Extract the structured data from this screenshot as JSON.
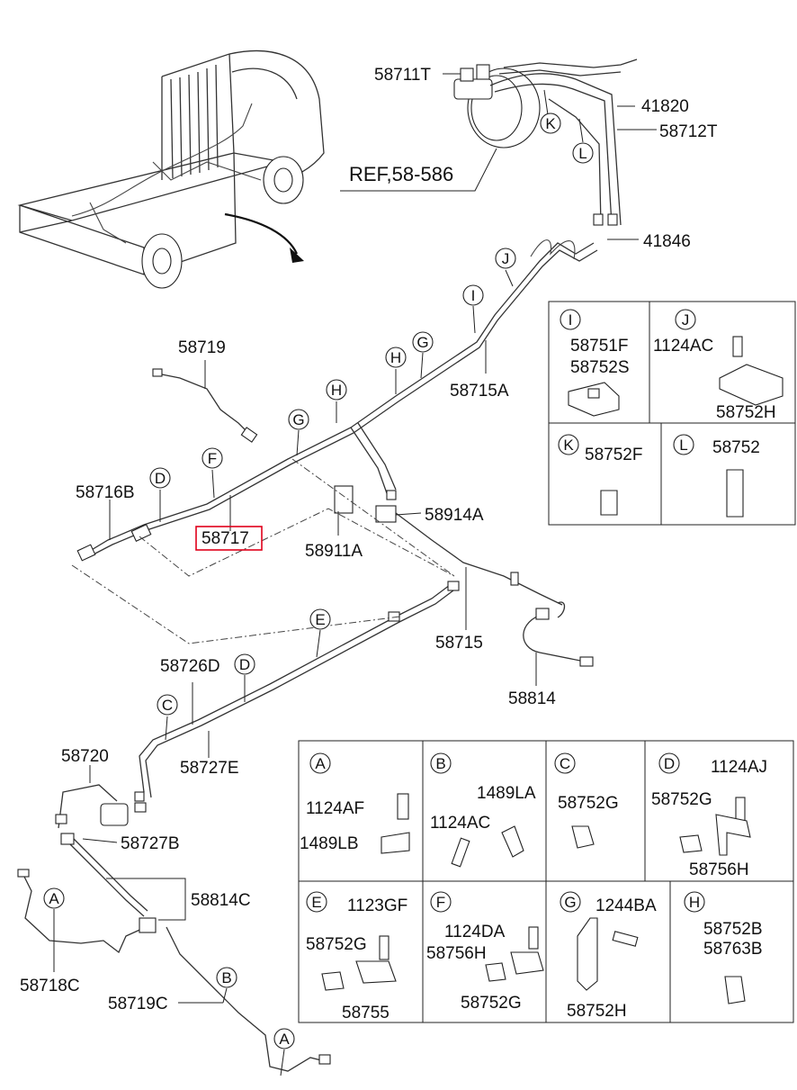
{
  "callouts": {
    "ref": "REF,58-586",
    "p58711T": "58711T",
    "p41820": "41820",
    "p58712T": "58712T",
    "p41846": "41846",
    "p58719": "58719",
    "p58715A": "58715A",
    "p58716B": "58716B",
    "p58717": "58717",
    "p58911A": "58911A",
    "p58914A": "58914A",
    "p58715": "58715",
    "p58814": "58814",
    "p58726D": "58726D",
    "p58727E": "58727E",
    "p58720": "58720",
    "p58727B": "58727B",
    "p58814C": "58814C",
    "p58718C": "58718C",
    "p58719C": "58719C"
  },
  "markers": {
    "K": "K",
    "L": "L",
    "J": "J",
    "I": "I",
    "H1": "H",
    "G1": "G",
    "H2": "H",
    "G2": "G",
    "F": "F",
    "D1": "D",
    "E": "E",
    "D2": "D",
    "C": "C",
    "A1": "A",
    "B": "B",
    "A2": "A"
  },
  "highlight_color": "#e0001a",
  "top_table": {
    "I": {
      "key": "I",
      "parts": [
        "58751F",
        "58752S"
      ]
    },
    "J": {
      "key": "J",
      "bolt": "1124AC",
      "part": "58752H"
    },
    "K": {
      "key": "K",
      "part": "58752F"
    },
    "L": {
      "key": "L",
      "part": "58752"
    }
  },
  "bottom_table": {
    "A": {
      "key": "A",
      "bolt": "1124AF",
      "clip": "1489LB"
    },
    "B": {
      "key": "B",
      "clip": "1489LA",
      "bolt": "1124AC"
    },
    "C": {
      "key": "C",
      "part": "58752G"
    },
    "D": {
      "key": "D",
      "bolt": "1124AJ",
      "clip": "58752G",
      "bracket": "58756H"
    },
    "E": {
      "key": "E",
      "bolt": "1123GF",
      "clip": "58752G",
      "bracket": "58755"
    },
    "F": {
      "key": "F",
      "bolt": "1124DA",
      "bracket": "58756H",
      "clip": "58752G"
    },
    "G": {
      "key": "G",
      "bolt": "1244BA",
      "bracket": "58752H"
    },
    "H": {
      "key": "H",
      "part1": "58752B",
      "part2": "58763B"
    }
  }
}
